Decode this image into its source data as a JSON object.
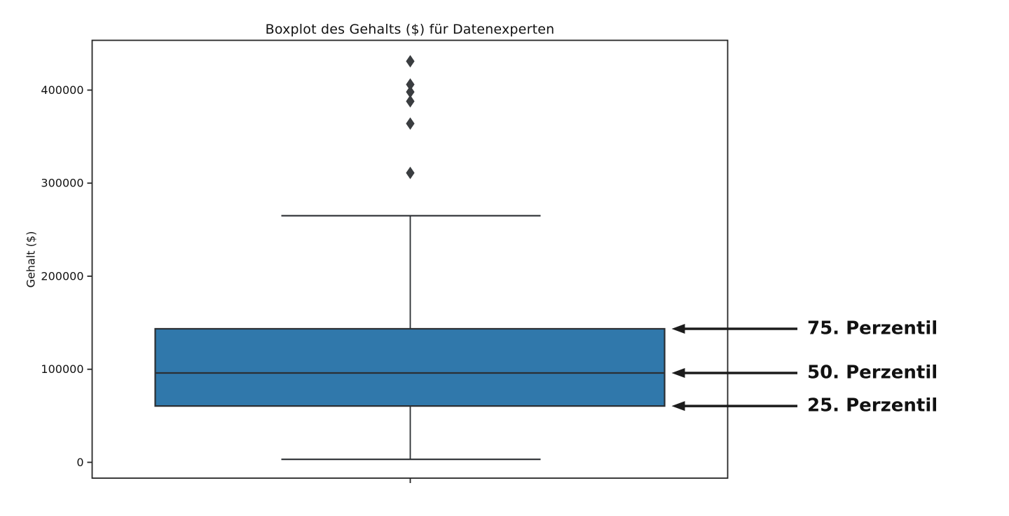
{
  "figure": {
    "background": "#ffffff"
  },
  "chart_data": {
    "type": "box",
    "title": "Boxplot des Gehalts ($) für Datenexperten",
    "ylabel": "Gehalt ($)",
    "xlabel": "",
    "yticks": [
      0,
      100000,
      200000,
      300000,
      400000
    ],
    "ylim": [
      -17000,
      453500
    ],
    "grid": false,
    "legend": "none",
    "series": [
      {
        "name": "Gehalt",
        "q1": 60500,
        "median": 96000,
        "q3": 143500,
        "whisker_low": 3200,
        "whisker_high": 265000,
        "outliers": [
          311000,
          364000,
          388000,
          398000,
          406000,
          431000
        ]
      }
    ],
    "annotations": [
      {
        "label": "75. Perzentil",
        "value": 143500
      },
      {
        "label": "50. Perzentil",
        "value": 96000
      },
      {
        "label": "25. Perzentil",
        "value": 60500
      }
    ],
    "colors": {
      "box_fill": "#3078ab",
      "box_edge": "#2b2f33",
      "whisker": "#2b2f33",
      "outlier": "#3a3d40",
      "axis": "#262626",
      "annotation_text": "#111111",
      "arrow": "#1c1c1c"
    }
  }
}
